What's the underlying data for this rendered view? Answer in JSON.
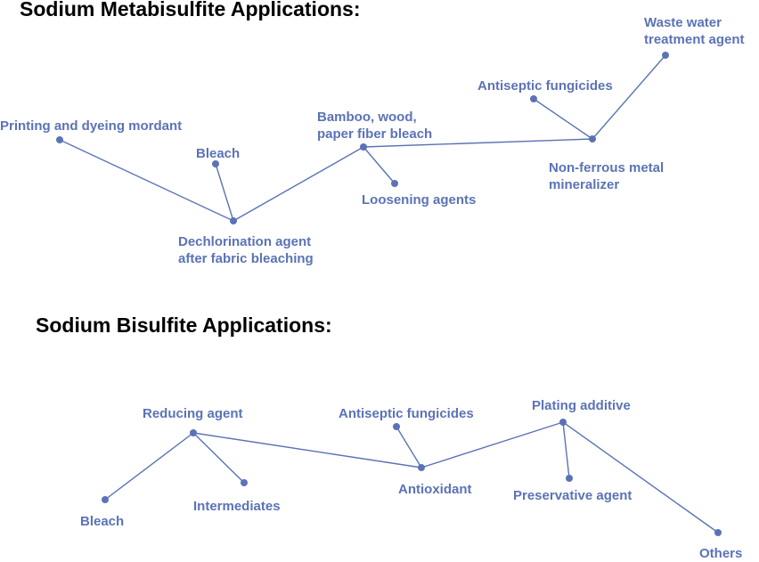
{
  "colors": {
    "accent": "#5b73b6",
    "title": "#000000"
  },
  "metabisulfite": {
    "title": "Sodium Metabisulfite Applications:",
    "labels": {
      "printing": "Printing and dyeing mordant",
      "bleach": "Bleach",
      "dechlorination_1": "Dechlorination agent",
      "dechlorination_2": "after fabric bleaching",
      "bamboo_1": "Bamboo, wood,",
      "bamboo_2": "paper fiber bleach",
      "loosening": "Loosening agents",
      "antiseptic": "Antiseptic fungicides",
      "nonferrous_1": "Non-ferrous metal",
      "nonferrous_2": "mineralizer",
      "waste_1": "Waste water",
      "waste_2": "treatment agent"
    }
  },
  "bisulfite": {
    "title": "Sodium Bisulfite Applications:",
    "labels": {
      "reducing": "Reducing agent",
      "bleach": "Bleach",
      "intermediates": "Intermediates",
      "antiseptic": "Antiseptic fungicides",
      "antioxidant": "Antioxidant",
      "plating": "Plating additive",
      "preservative": "Preservative agent",
      "others": "Others"
    }
  }
}
